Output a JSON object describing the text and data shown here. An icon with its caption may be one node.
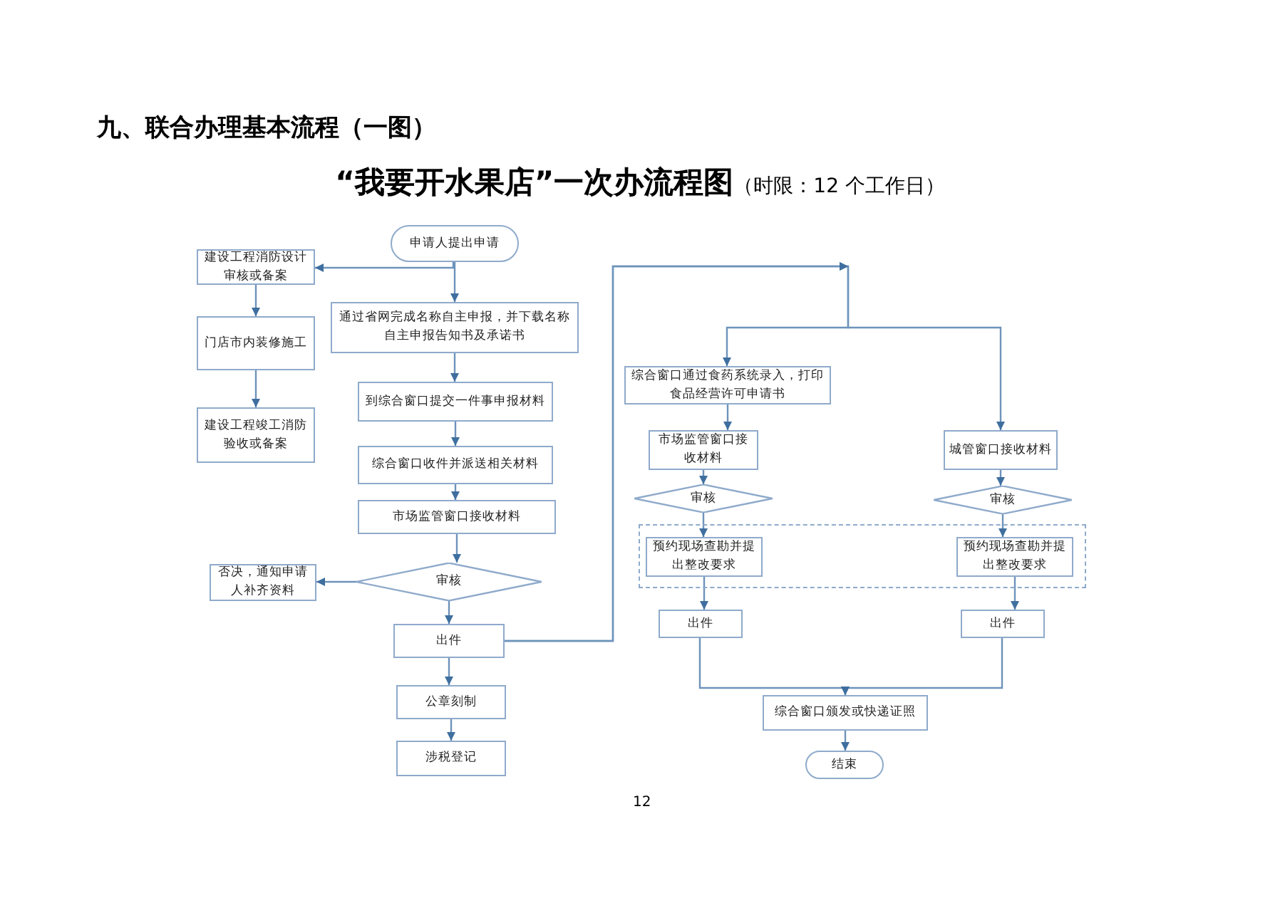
{
  "diagram": {
    "title": "“我要开水果店”一次办流程图",
    "nodes": [
      {
        "text": [
          "申请人提出申请"
        ]
      },
      {
        "text": [
          "建设工程消防设计审核或备案"
        ]
      },
      {
        "text": [
          "门店市内装修施工"
        ]
      },
      {
        "text": [
          "建设工程竣工消防验收或备案"
        ]
      },
      {
        "text": [
          "通过省网完成名称自主申报，并下载名称自主申报告知书及承诺书"
        ]
      },
      {
        "text": [
          "到综合窗口提交一件事申报材料"
        ]
      },
      {
        "text": [
          "综合窗口收件并派送相关材料"
        ]
      },
      {
        "text": [
          "市场监管窗口接收材料"
        ]
      },
      {
        "text": [
          "审核"
        ]
      },
      {
        "text": [
          "否决，通知申请人补齐资料"
        ]
      },
      {
        "text": [
          "出件"
        ]
      },
      {
        "text": [
          "公章刻制"
        ]
      },
      {
        "text": [
          "涉税登记"
        ]
      },
      {
        "text": [
          "综合窗口通过食药系统录入，打印食品经营许可申请书"
        ]
      },
      {
        "text": [
          "市场监管窗口接收材料"
        ]
      },
      {
        "text": [
          "城管窗口接收材料"
        ]
      },
      {
        "text": [
          "审核"
        ]
      },
      {
        "text": [
          "审核"
        ]
      },
      {
        "text": [],
        "shape": "box"
      },
      {
        "text": [
          "预约现场查勘并提出整改要求"
        ],
        "in": 18
      },
      {
        "text": [
          "预约现场查勘并提出整改要求"
        ],
        "in": 18
      },
      {
        "text": [
          "出件"
        ]
      },
      {
        "text": [
          "出件"
        ]
      },
      {
        "text": [
          "综合窗口颁发或快递证照"
        ]
      },
      {
        "text": [
          "结束"
        ]
      }
    ],
    "edges": [
      {
        "from": 0,
        "to": 1,
        "arrow": "to"
      },
      {
        "from": 0,
        "to": 4,
        "arrow": "to"
      },
      {
        "from": 1,
        "to": 2,
        "arrow": "to"
      },
      {
        "from": 2,
        "to": 3,
        "arrow": "to"
      },
      {
        "from": 4,
        "to": 5,
        "arrow": "to"
      },
      {
        "from": 5,
        "to": 6,
        "arrow": "to"
      },
      {
        "from": 6,
        "to": 7,
        "arrow": "to"
      },
      {
        "from": 7,
        "to": 8,
        "arrow": "to"
      },
      {
        "from": 8,
        "to": 9,
        "arrow": "to"
      },
      {
        "from": 8,
        "to": 10,
        "arrow": "to"
      },
      {
        "from": 10,
        "to": 11,
        "arrow": "to"
      },
      {
        "from": 11,
        "to": 12,
        "arrow": "to"
      },
      {
        "from": 10,
        "to": 13,
        "arrow": "to"
      },
      {
        "from": 10,
        "to": 15,
        "arrow": "to"
      },
      {
        "from": 13,
        "to": 14,
        "arrow": "to"
      },
      {
        "from": 14,
        "to": 16,
        "arrow": "to"
      },
      {
        "from": 15,
        "to": 17,
        "arrow": "to"
      },
      {
        "from": 16,
        "to": 19,
        "arrow": "to"
      },
      {
        "from": 17,
        "to": 20,
        "arrow": "to"
      },
      {
        "from": 19,
        "to": 21,
        "arrow": "to"
      },
      {
        "from": 20,
        "to": 22,
        "arrow": "to"
      },
      {
        "from": 21,
        "to": 23,
        "arrow": "to"
      },
      {
        "from": 22,
        "to": 23,
        "arrow": "to"
      },
      {
        "from": 23,
        "to": 24,
        "arrow": "to"
      }
    ],
    "labels": [
      "九、联合办理基本流程（一图）",
      "（时限：12 个工作日）",
      "12"
    ]
  }
}
